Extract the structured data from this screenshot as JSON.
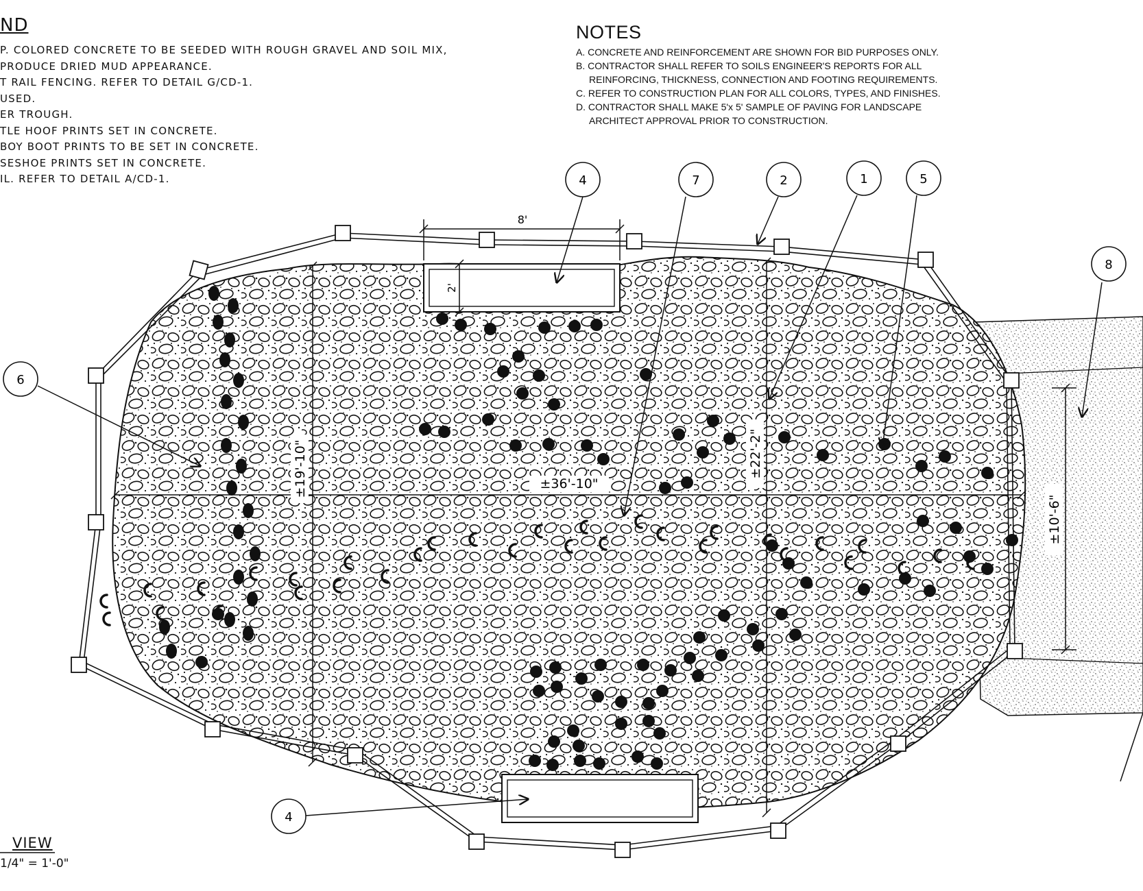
{
  "legend": {
    "title": "ND",
    "items": [
      "P. COLORED CONCRETE TO BE SEEDED WITH ROUGH GRAVEL AND SOIL MIX,",
      "PRODUCE DRIED MUD APPEARANCE.",
      "T RAIL FENCING. REFER TO DETAIL G/CD-1.",
      " USED.",
      "ER TROUGH.",
      "TLE HOOF PRINTS SET IN CONCRETE.",
      "BOY BOOT PRINTS TO BE SET IN CONCRETE.",
      "SESHOE PRINTS SET IN CONCRETE.",
      "IL.  REFER TO DETAIL A/CD-1."
    ]
  },
  "notes": {
    "title": "NOTES",
    "items": [
      {
        "text": "A. CONCRETE AND REINFORCEMENT ARE SHOWN FOR BID PURPOSES ONLY."
      },
      {
        "text": "B. CONTRACTOR SHALL REFER TO SOILS ENGINEER'S REPORTS FOR ALL"
      },
      {
        "text": "REINFORCING, THICKNESS, CONNECTION AND FOOTING REQUIREMENTS.",
        "continuation": true
      },
      {
        "text": "C. REFER TO CONSTRUCTION PLAN FOR ALL COLORS, TYPES, AND FINISHES."
      },
      {
        "text": "D. CONTRACTOR SHALL MAKE 5'x 5' SAMPLE OF PAVING FOR LANDSCAPE"
      },
      {
        "text": "ARCHITECT APPROVAL PRIOR TO CONSTRUCTION.",
        "continuation": true
      }
    ]
  },
  "view": {
    "title": "VIEW",
    "scale": "1/4\" = 1'-0\""
  },
  "dimensions": {
    "trough_length": "8'",
    "trough_width": "2'",
    "overall_length": "±36'-10\"",
    "west_width": "±19'-10\"",
    "east_width": "±22'-2\"",
    "path_width": "±10'-6\""
  },
  "callouts": {
    "trough_top": "4",
    "hoof_prints": "7",
    "fencing": "2",
    "colored_concrete": "1",
    "horseshoe_prints": "5",
    "path": "8",
    "boot_prints": "6",
    "trough_bottom": "4"
  },
  "colors": {
    "ink": "#111111",
    "paper": "#ffffff"
  }
}
